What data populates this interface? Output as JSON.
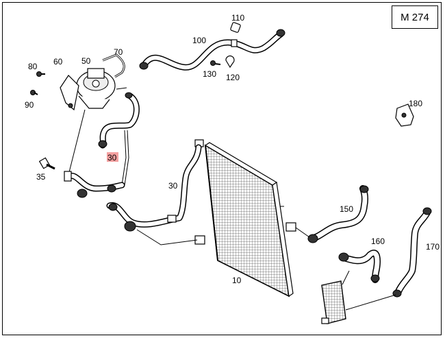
{
  "badge": "M 274",
  "labels": {
    "p10": "10",
    "p30a": "30",
    "p30b": "30",
    "p35": "35",
    "p50": "50",
    "p60": "60",
    "p70": "70",
    "p80": "80",
    "p90": "90",
    "p100": "100",
    "p110": "110",
    "p120": "120",
    "p130": "130",
    "p150": "150",
    "p160": "160",
    "p170": "170",
    "p180": "180"
  },
  "highlight_color": "#f4a0a0"
}
